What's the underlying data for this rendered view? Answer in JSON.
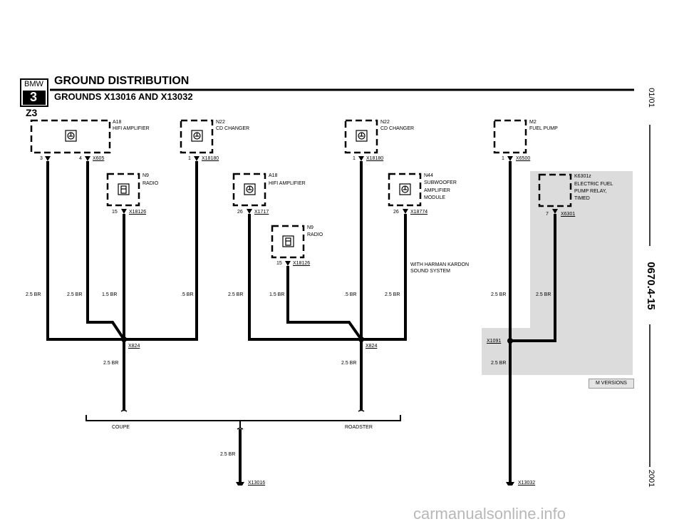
{
  "header": {
    "title": "GROUND DISTRIBUTION",
    "subtitle": "GROUNDS X13016 AND X13032",
    "brand": "BMW",
    "series": "3",
    "model": "Z3"
  },
  "side": {
    "date": "01/01",
    "code": "0670.4-15",
    "year": "2001"
  },
  "watermark": "carmanualsonline.info",
  "components": {
    "a18_1": {
      "id": "A18",
      "name": "HIFI AMPLIFIER"
    },
    "n22_1": {
      "id": "N22",
      "name": "CD CHANGER"
    },
    "n9_1": {
      "id": "N9",
      "name": "RADIO"
    },
    "a18_2": {
      "id": "A18",
      "name": "HIFI AMPLIFIER"
    },
    "n22_2": {
      "id": "N22",
      "name": "CD CHANGER"
    },
    "n9_2": {
      "id": "N9",
      "name": "RADIO"
    },
    "n44": {
      "id": "N44",
      "name_lines": [
        "SUBWOOFER",
        "AMPLIFIER",
        "MODULE"
      ]
    },
    "m2": {
      "id": "M2",
      "name": "FUEL PUMP"
    },
    "k6301z": {
      "id": "K6301z",
      "name_lines": [
        "ELECTRIC FUEL",
        "PUMP RELAY,",
        "TIMED"
      ]
    }
  },
  "connectors": {
    "c1": {
      "pin": "3"
    },
    "c2": {
      "pin": "4",
      "name": "X605"
    },
    "c3": {
      "pin": "1",
      "name": "X18180"
    },
    "c4": {
      "pin": "15",
      "name": "X18126"
    },
    "c5": {
      "pin": "26",
      "name": "X1717"
    },
    "c6": {
      "pin": "15",
      "name": "X18126"
    },
    "c7": {
      "pin": "1",
      "name": "X18180"
    },
    "c8": {
      "pin": "26",
      "name": "X18774"
    },
    "c9": {
      "pin": "1",
      "name": "X6500"
    },
    "c10": {
      "pin": "7",
      "name": "X6301"
    }
  },
  "wires": {
    "w1": "2.5 BR",
    "w2": "2.5 BR",
    "w3": "1.5 BR",
    "w4": ".5 BR",
    "w5": "2.5 BR",
    "w6": "1.5 BR",
    "w7": ".5 BR",
    "w8": "2.5 BR",
    "w9": "2.5 BR",
    "w10": "2.5 BR",
    "w11": "2.5 BR",
    "w12": "2.5 BR",
    "w13": "2.5 BR",
    "w14": "2.5 BR"
  },
  "splices": {
    "s1": "X824",
    "s2": "X824",
    "s3": "X1091"
  },
  "grounds": {
    "g1": "X13016",
    "g2": "X13032"
  },
  "notes": {
    "harman": [
      "WITH HARMAN KARDON",
      "SOUND SYSTEM"
    ],
    "coupe": "COUPE",
    "roadster": "ROADSTER",
    "m_versions": "M VERSIONS"
  }
}
